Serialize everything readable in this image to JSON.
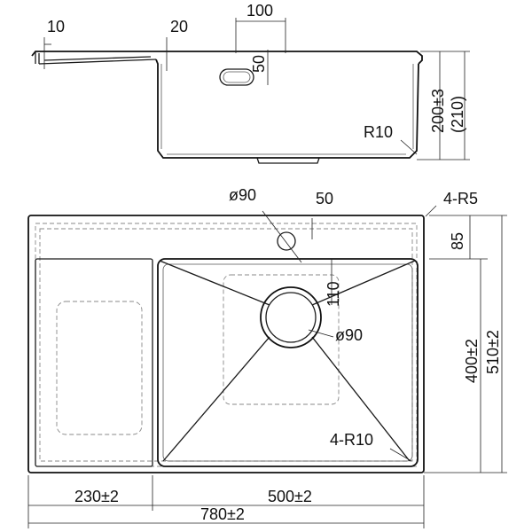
{
  "dimensions": {
    "top_lip": "10",
    "top_offset": "20",
    "overflow_width": "100",
    "overflow_height": "50",
    "depth": "200±3",
    "depth_total": "(210)",
    "bottom_radius": "R10",
    "tap_hole_diameter": "ø90",
    "tap_hole_offset": "50",
    "corner_radius_top": "4-R5",
    "tap_to_edge": "85",
    "tap_to_bowl": "110",
    "drain_diameter": "ø90",
    "bowl_height": "400±2",
    "total_height": "510±2",
    "bowl_corner_radius": "4-R10",
    "drainboard_width": "230±2",
    "bowl_width": "500±2",
    "total_width": "780±2"
  }
}
